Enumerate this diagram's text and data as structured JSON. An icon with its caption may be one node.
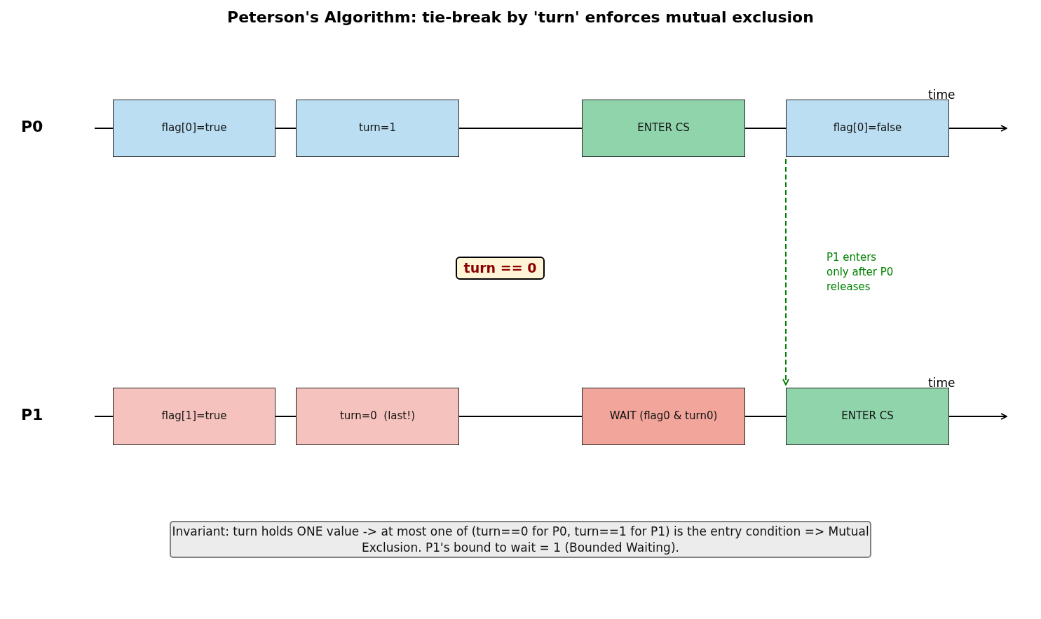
{
  "diagram": {
    "title": "Peterson's Algorithm: tie-break by 'turn' enforces mutual exclusion",
    "nodes": [
      {
        "text": [
          "flag[0]=true"
        ]
      },
      {
        "text": [
          "turn=1"
        ]
      },
      {
        "text": [
          "ENTER CS"
        ]
      },
      {
        "text": [
          "flag[0]=false"
        ]
      },
      {
        "text": [
          "turn == 0"
        ]
      },
      {
        "text": [
          "flag[1]=true"
        ]
      },
      {
        "text": [
          "turn=0  (last!)"
        ]
      },
      {
        "text": [
          "WAIT (flag0 & turn0)"
        ]
      },
      {
        "text": [
          "ENTER CS"
        ]
      },
      {
        "text": [
          "Invariant: turn holds ONE value -> at most one of (turn==0 for P0, turn==1 for P1) is the entry condition => Mutual Exclusion. P1's bound to wait = 1 (Bounded Waiting)."
        ]
      }
    ],
    "edges": [
      {
        "from": 3,
        "to": 8,
        "arrow": "to",
        "label": "P1 enters only after P0 releases",
        "style": "dashed",
        "color": "#008000"
      }
    ],
    "labels": [
      "time",
      "P0",
      "time",
      "P1"
    ]
  }
}
